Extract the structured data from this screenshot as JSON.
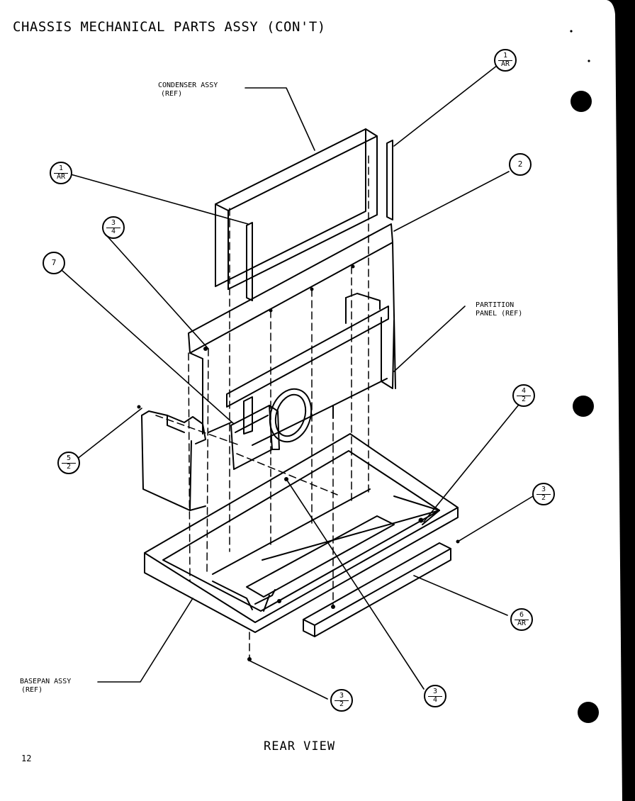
{
  "page": {
    "title": "CHASSIS MECHANICAL PARTS ASSY (CON'T)",
    "view_label": "REAR VIEW",
    "page_number": "12"
  },
  "labels": {
    "condenser_line1": "CONDENSER ASSY",
    "condenser_line2": "(REF)",
    "partition_line1": "PARTITION",
    "partition_line2": "PANEL (REF)",
    "basepan_line1": "BASEPAN ASSY",
    "basepan_line2": "(REF)"
  },
  "callouts": [
    {
      "top": "1",
      "bottom": "AR"
    },
    {
      "top": "1",
      "bottom": "AR"
    },
    {
      "top": "2",
      "bottom": ""
    },
    {
      "top": "3",
      "bottom": "4"
    },
    {
      "top": "7",
      "bottom": ""
    },
    {
      "top": "4",
      "bottom": "2"
    },
    {
      "top": "5",
      "bottom": "2"
    },
    {
      "top": "3",
      "bottom": "2"
    },
    {
      "top": "6",
      "bottom": "AR"
    },
    {
      "top": "3",
      "bottom": "2"
    },
    {
      "top": "3",
      "bottom": "4"
    }
  ]
}
